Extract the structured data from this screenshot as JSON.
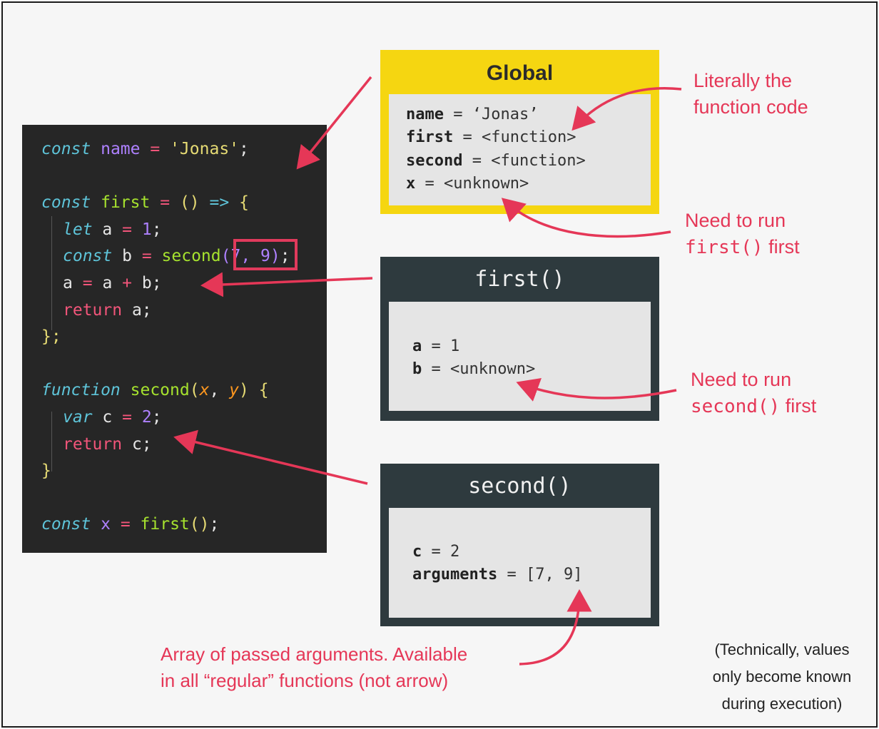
{
  "code": {
    "l1": {
      "kw": "const",
      "name": "name",
      "eq": "=",
      "str": "'Jonas'",
      "semi": ";"
    },
    "l2": {
      "kw": "const",
      "name": "first",
      "eq": "=",
      "paren": "()",
      "arrow": "=>",
      "brace": "{"
    },
    "l3": {
      "kw": "let",
      "name": "a",
      "eq": "=",
      "num": "1",
      "semi": ";"
    },
    "l4": {
      "kw": "const",
      "name": "b",
      "eq": "=",
      "fn": "second",
      "args": "(7, 9)",
      "semi": ";"
    },
    "l5": {
      "a": "a",
      "eq": "=",
      "a2": "a",
      "plus": "+",
      "b": "b;"
    },
    "l6": {
      "kw": "return",
      "val": "a;"
    },
    "l7": {
      "close": "};"
    },
    "l8": {
      "kw": "function",
      "fn": "second",
      "open": "(",
      "p1": "x",
      "comma": ",",
      "p2": "y",
      "close": ")",
      "brace": "{"
    },
    "l9": {
      "kw": "var",
      "name": "c",
      "eq": "=",
      "num": "2",
      "semi": ";"
    },
    "l10": {
      "kw": "return",
      "val": "c;"
    },
    "l11": {
      "close": "}"
    },
    "l12": {
      "kw": "const",
      "name": "x",
      "eq": "=",
      "fn": "first",
      "paren": "()",
      "semi": ";"
    }
  },
  "global_box": {
    "title": "Global",
    "rows": [
      {
        "key": "name",
        "eq": "=",
        "val": "‘Jonas’"
      },
      {
        "key": "first",
        "eq": "=",
        "val": "<function>"
      },
      {
        "key": "second",
        "eq": "=",
        "val": "<function>"
      },
      {
        "key": "x",
        "eq": "=",
        "val": "<unknown>"
      }
    ]
  },
  "first_box": {
    "title": "first()",
    "rows": [
      {
        "key": "a",
        "eq": "=",
        "val": "1"
      },
      {
        "key": "b",
        "eq": "=",
        "val": "<unknown>"
      }
    ]
  },
  "second_box": {
    "title": "second()",
    "rows": [
      {
        "key": "c",
        "eq": "=",
        "val": "2"
      },
      {
        "key": "arguments",
        "eq": "=",
        "val": "[7, 9]"
      }
    ]
  },
  "notes": {
    "literally": [
      "Literally the",
      "function code"
    ],
    "need_first": {
      "line1": "Need to run",
      "code": "first()",
      "tail": " first"
    },
    "need_second": {
      "line1": "Need to run",
      "code": "second()",
      "tail": " first"
    },
    "array_args": [
      "Array of passed arguments. Available",
      "in all “regular” functions (not arrow)"
    ],
    "technically": [
      "(Technically, values",
      "only become known",
      "during execution)"
    ]
  },
  "colors": {
    "accent": "#e53757",
    "global_yellow": "#f5d611",
    "dark_box": "#2e3a3e",
    "code_bg": "#262626"
  }
}
